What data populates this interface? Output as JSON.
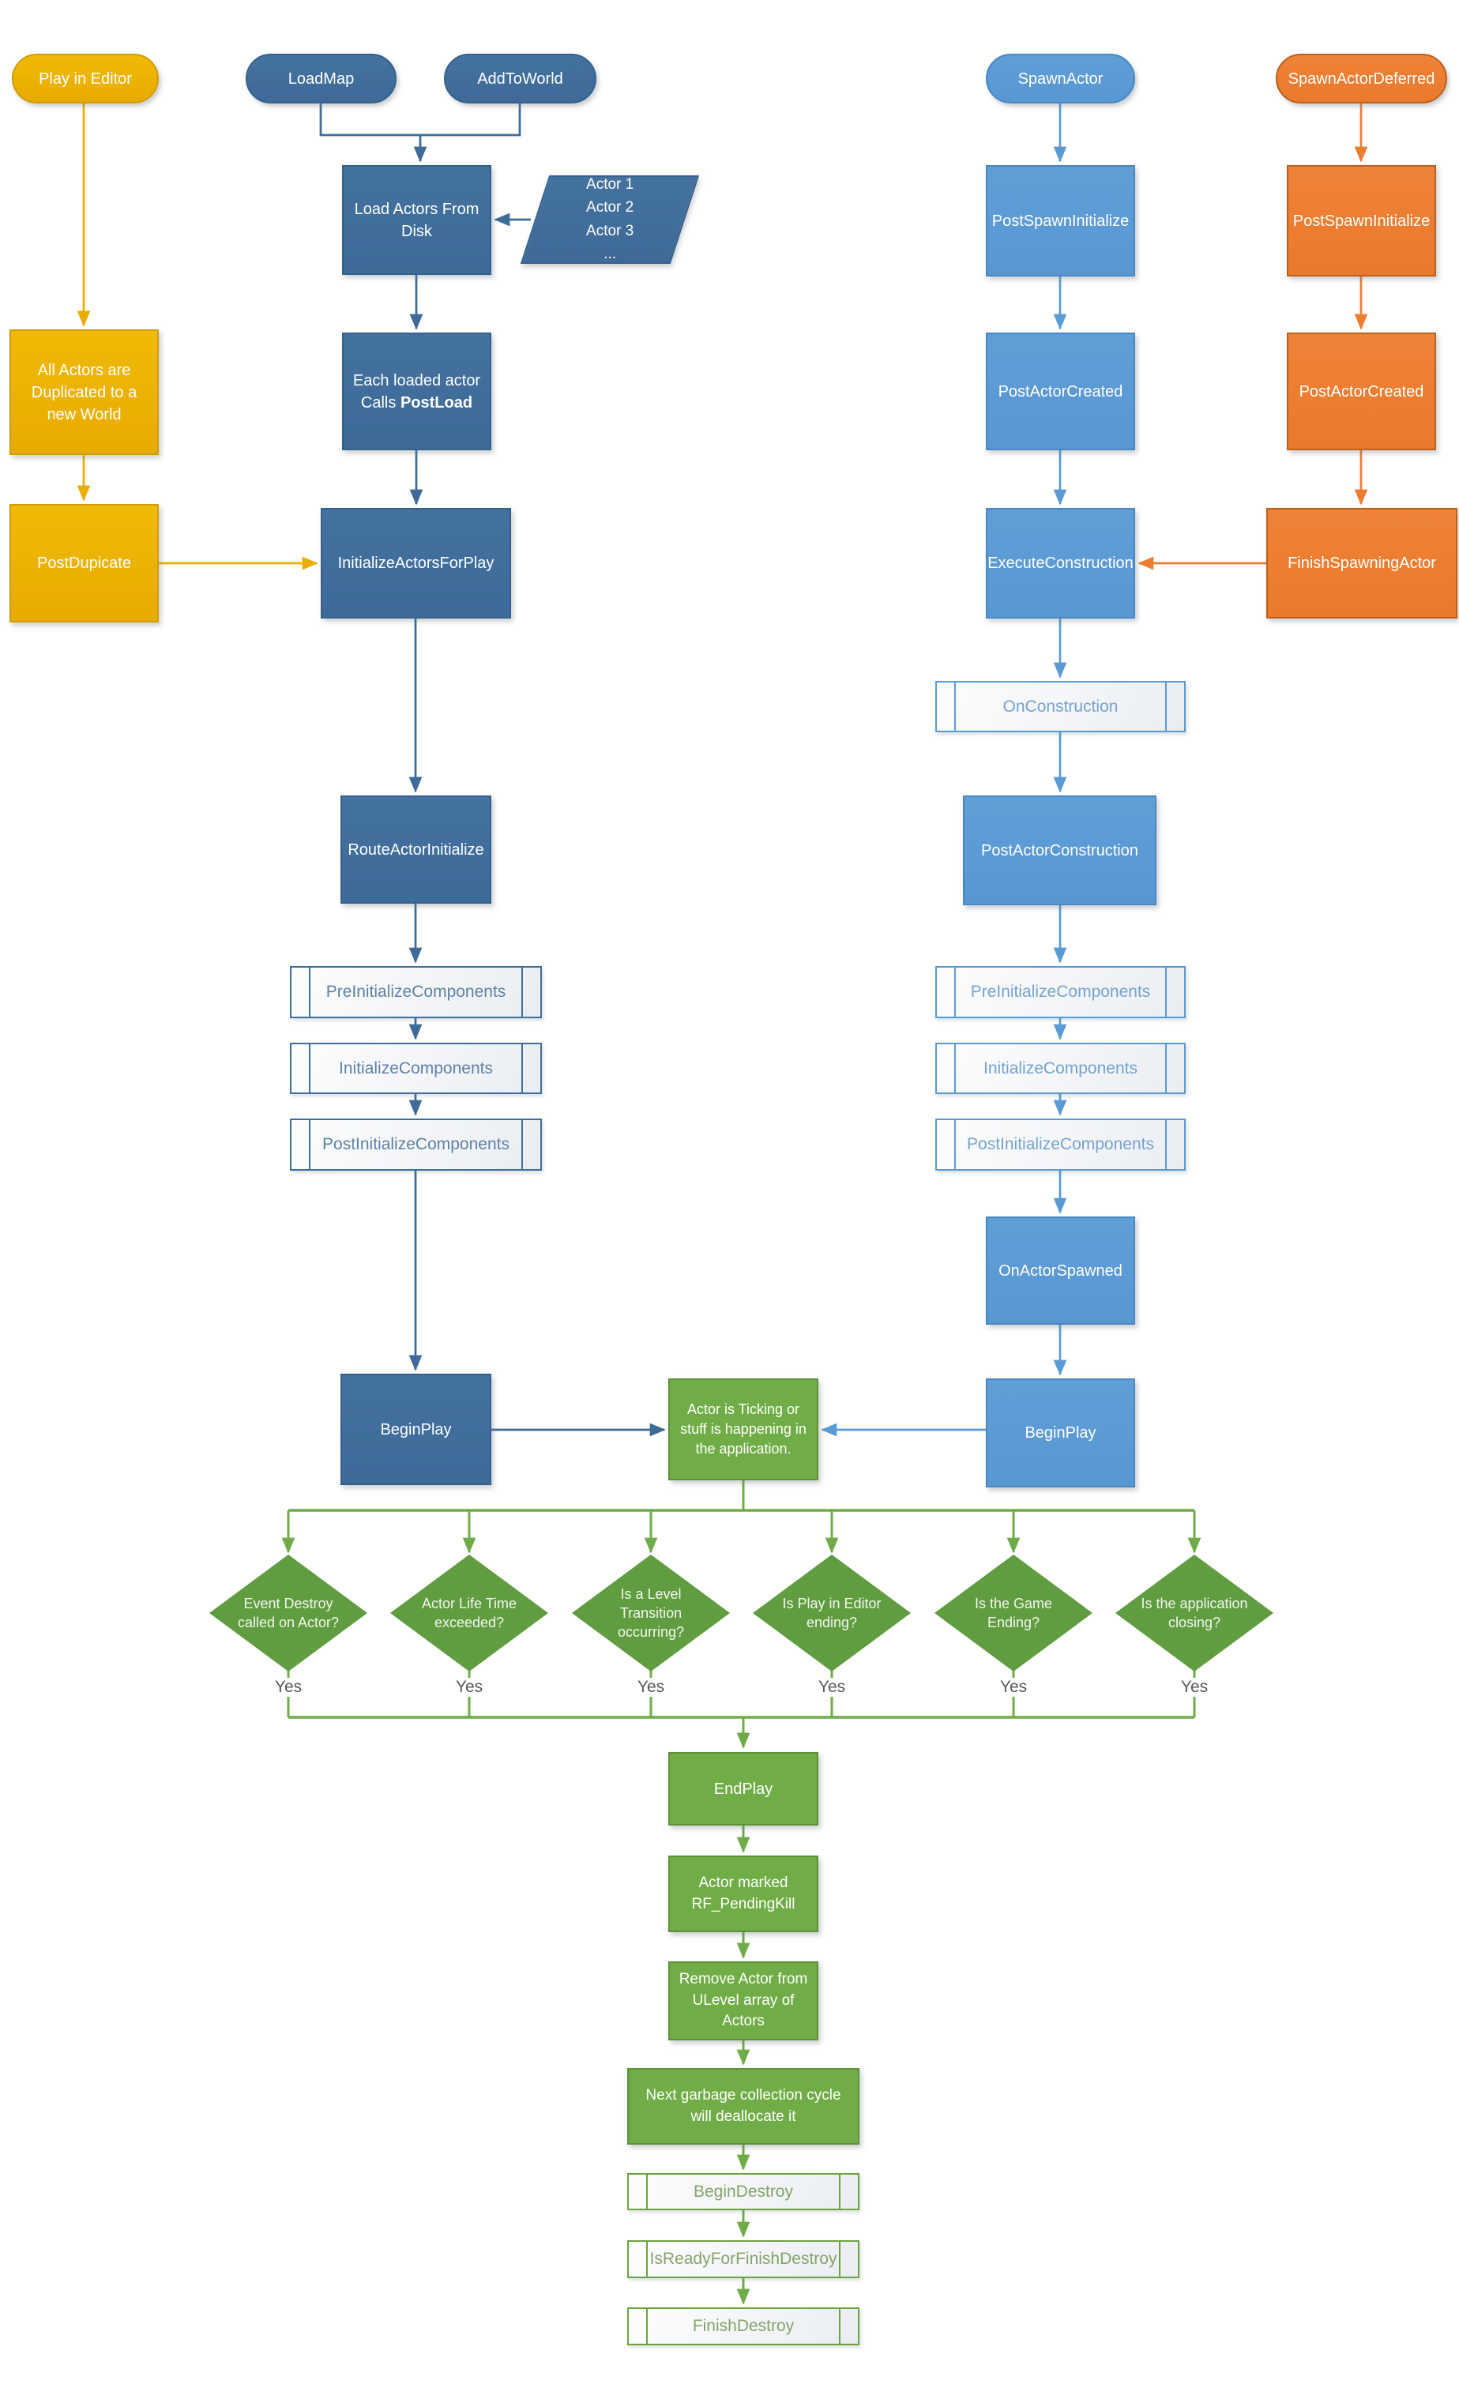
{
  "diagram": {
    "nodes": {
      "play_in_editor": "Play in Editor",
      "load_map": "LoadMap",
      "add_to_world": "AddToWorld",
      "load_actors_from_disk": "Load Actors From Disk",
      "actors_list": "Actor 1\nActor 2\nActor 3\n...",
      "all_actors_duplicated": "All Actors are Duplicated to a new World",
      "each_loaded_line1": "Each loaded actor",
      "calls_prefix": "Calls ",
      "post_load_bold": "PostLoad",
      "post_dupicate": "PostDupicate",
      "initialize_actors_for_play": "InitializeActorsForPlay",
      "route_actor_initialize": "RouteActorInitialize",
      "pre_initialize_components": "PreInitializeComponents",
      "initialize_components": "InitializeComponents",
      "post_initialize_components": "PostInitializeComponents",
      "begin_play": "BeginPlay",
      "spawn_actor": "SpawnActor",
      "spawn_actor_deferred": "SpawnActorDeferred",
      "post_spawn_initialize": "PostSpawnInitialize",
      "post_actor_created": "PostActorCreated",
      "execute_construction": "ExecuteConstruction",
      "finish_spawning_actor": "FinishSpawningActor",
      "on_construction": "OnConstruction",
      "post_actor_construction": "PostActorConstruction",
      "on_actor_spawned": "OnActorSpawned",
      "actor_ticking": "Actor is Ticking or stuff is happening in the application.",
      "end_play": "EndPlay",
      "actor_marked": "Actor marked RF_PendingKill",
      "remove_actor": "Remove Actor from ULevel array of Actors",
      "next_garbage": "Next garbage collection cycle will deallocate it",
      "begin_destroy": "BeginDestroy",
      "is_ready_for_finish_destroy": "IsReadyForFinishDestroy",
      "finish_destroy": "FinishDestroy"
    },
    "decisions": [
      "Event Destroy called on Actor?",
      "Actor Life Time exceeded?",
      "Is a Level Transition occurring?",
      "Is Play in Editor ending?",
      "Is the Game Ending?",
      "Is the application closing?"
    ],
    "yes_label": "Yes",
    "colors": {
      "gold": "#EDB200",
      "dark_blue": "#406E9D",
      "medium_blue": "#5B9BD5",
      "orange": "#ED7D31",
      "green": "#70AD47",
      "green_diamond": "#609C40"
    }
  }
}
